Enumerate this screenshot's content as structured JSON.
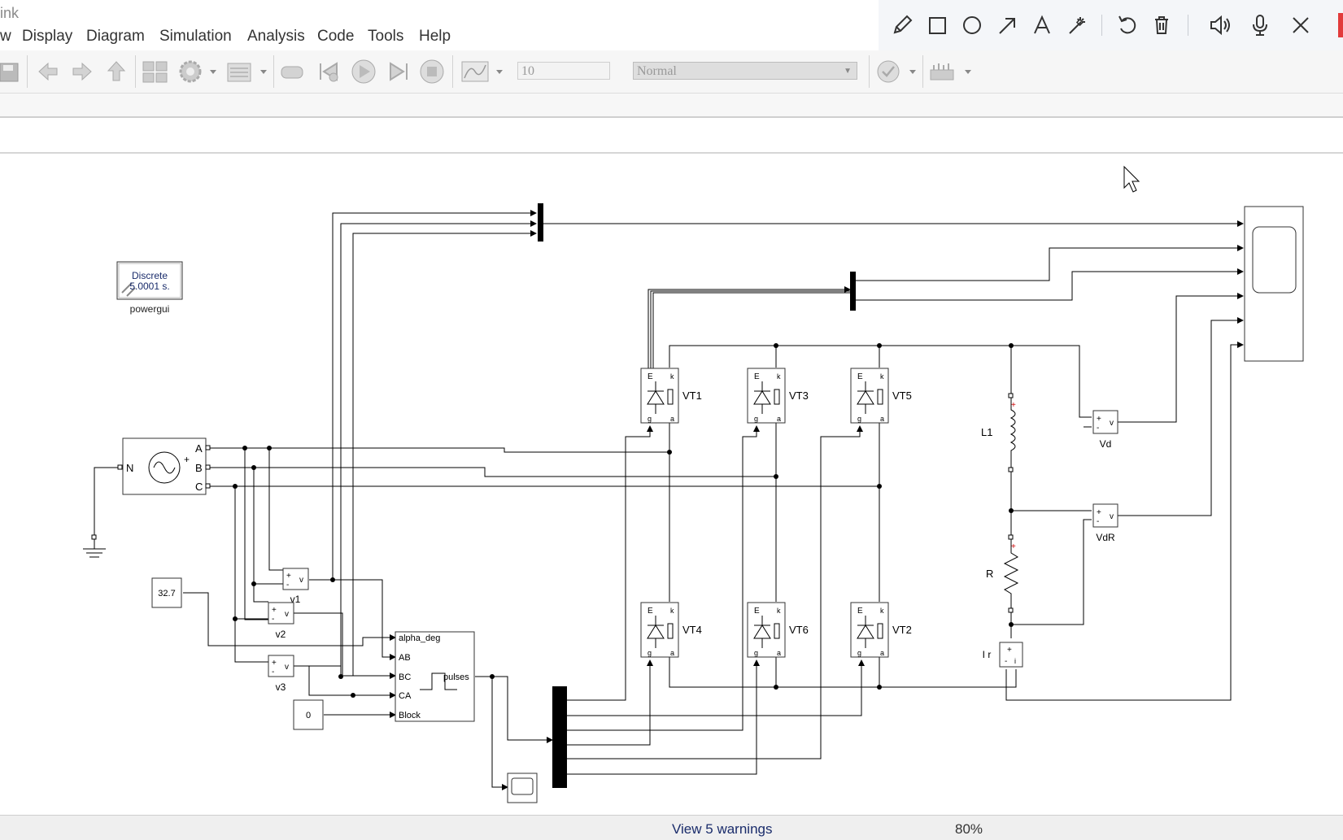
{
  "window": {
    "title_fragment": "ink"
  },
  "menu": {
    "items": [
      "w",
      "Display",
      "Diagram",
      "Simulation",
      "Analysis",
      "Code",
      "Tools",
      "Help"
    ]
  },
  "toolbar": {
    "stop_time": "10",
    "sim_mode": "Normal"
  },
  "annotation_toolbar": {
    "icons": [
      "pencil-icon",
      "rectangle-icon",
      "circle-icon",
      "arrow-icon",
      "text-icon",
      "magic-wand-icon",
      "undo-icon",
      "trash-icon",
      "speaker-icon",
      "microphone-icon",
      "close-icon"
    ]
  },
  "diagram": {
    "powergui": {
      "line1": "Discrete",
      "line2": "5.0001 s.",
      "name": "powergui"
    },
    "source": {
      "ports": [
        "N",
        "A",
        "B",
        "C"
      ]
    },
    "constant_alpha": "32.7",
    "constant_block": "0",
    "voltmeters": {
      "v1": "v1",
      "v2": "v2",
      "v3": "v3",
      "vd": "Vd",
      "vdr": "VdR",
      "meas": "v"
    },
    "pulse_gen": {
      "inputs": [
        "alpha_deg",
        "AB",
        "BC",
        "CA",
        "Block"
      ],
      "output": "pulses"
    },
    "thyristors": [
      "VT1",
      "VT3",
      "VT5",
      "VT4",
      "VT6",
      "VT2"
    ],
    "inductor": "L1",
    "resistor": "R",
    "current_meter": "I r"
  },
  "status": {
    "warnings": "View 5 warnings",
    "zoom": "80%"
  }
}
